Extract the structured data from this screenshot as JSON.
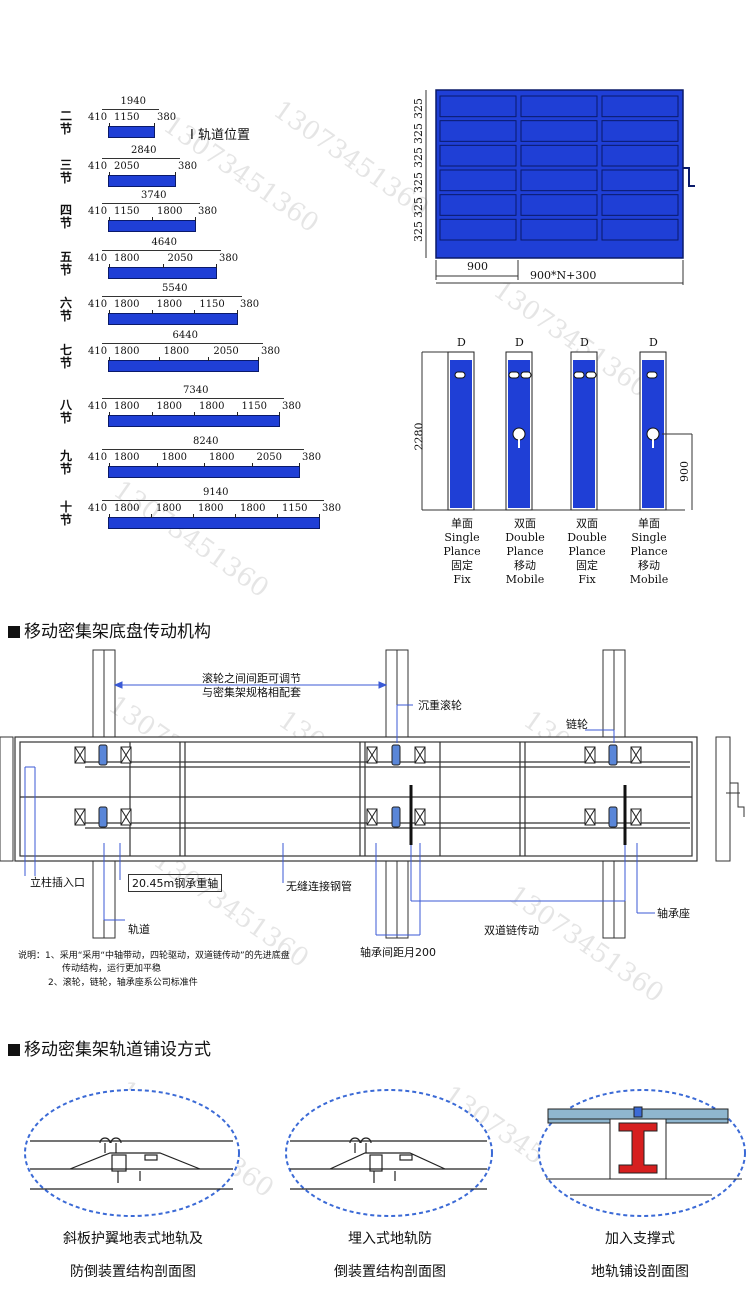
{
  "tracks": {
    "position_label": "I  轨道位置",
    "rows": [
      {
        "name": "二节",
        "total": "1940",
        "segments": [
          "1150"
        ],
        "left": "410",
        "right": "380"
      },
      {
        "name": "三节",
        "total": "2840",
        "segments": [
          "2050"
        ],
        "left": "410",
        "right": "380"
      },
      {
        "name": "四节",
        "total": "3740",
        "segments": [
          "1150",
          "1800"
        ],
        "left": "410",
        "right": "380"
      },
      {
        "name": "五节",
        "total": "4640",
        "segments": [
          "1800",
          "2050"
        ],
        "left": "410",
        "right": "380"
      },
      {
        "name": "六节",
        "total": "5540",
        "segments": [
          "1800",
          "1800",
          "1150"
        ],
        "left": "410",
        "right": "380"
      },
      {
        "name": "七节",
        "total": "6440",
        "segments": [
          "1800",
          "1800",
          "2050"
        ],
        "left": "410",
        "right": "380"
      },
      {
        "name": "八节",
        "total": "7340",
        "segments": [
          "1800",
          "1800",
          "1800",
          "1150"
        ],
        "left": "410",
        "right": "380"
      },
      {
        "name": "九节",
        "total": "8240",
        "segments": [
          "1800",
          "1800",
          "1800",
          "2050"
        ],
        "left": "410",
        "right": "380"
      },
      {
        "name": "十节",
        "total": "9140",
        "segments": [
          "1800",
          "1800",
          "1800",
          "1800",
          "1150"
        ],
        "left": "410",
        "right": "380"
      }
    ]
  },
  "front_view": {
    "row_heights": [
      "325",
      "325",
      "325",
      "325",
      "325",
      "325"
    ],
    "width_label": "900",
    "total_label": "900*N+300"
  },
  "side_view": {
    "height_label": "2280",
    "handle_height": "900",
    "top_labels": [
      "D",
      "D",
      "D",
      "D"
    ],
    "cabinets": [
      {
        "cn1": "单面",
        "en1": "Single",
        "en2": "Plance",
        "cn2": "固定",
        "en3": "Fix"
      },
      {
        "cn1": "双面",
        "en1": "Double",
        "en2": "Plance",
        "cn2": "移动",
        "en3": "Mobile"
      },
      {
        "cn1": "双面",
        "en1": "Double",
        "en2": "Plance",
        "cn2": "固定",
        "en3": "Fix"
      },
      {
        "cn1": "单面",
        "en1": "Single",
        "en2": "Plance",
        "cn2": "移动",
        "en3": "Mobile"
      }
    ]
  },
  "section1": {
    "title": "移动密集架底盘传动机构",
    "callouts": {
      "roller_spacing1": "滚轮之间间距可调节",
      "roller_spacing2": "与密集架规格相配套",
      "heavy_roller": "沉重滚轮",
      "sprocket": "链轮",
      "post_socket": "立柱插入口",
      "axle": "20.45m钢承重轴",
      "pipe": "无缝连接钢管",
      "bearing_seat": "轴承座",
      "rail": "轨道",
      "chain": "双道链传动",
      "bearing_dist": "轴承间距月200"
    },
    "note_line1": "说明：1、采用“采用“中轴带动，四轮驱动，双道链传动”的先进底盘",
    "note_line2": "传动结构，运行更加平稳",
    "note_line3": "2、滚轮，链轮，轴承座系公司标准件"
  },
  "section2": {
    "title": "移动密集架轨道铺设方式",
    "captions": [
      [
        "斜板护翼地表式地轨及",
        "防倒装置结构剖面图"
      ],
      [
        "埋入式地轨防",
        "倒装置结构剖面图"
      ],
      [
        "加入支撑式",
        "地轨铺设剖面图"
      ]
    ]
  },
  "watermark": "13073451360",
  "colors": {
    "blue": "#1f3fd6",
    "dark_blue": "#0a1a6a",
    "ellipse": "#3b6ad6",
    "beam_red": "#d61f1f"
  }
}
